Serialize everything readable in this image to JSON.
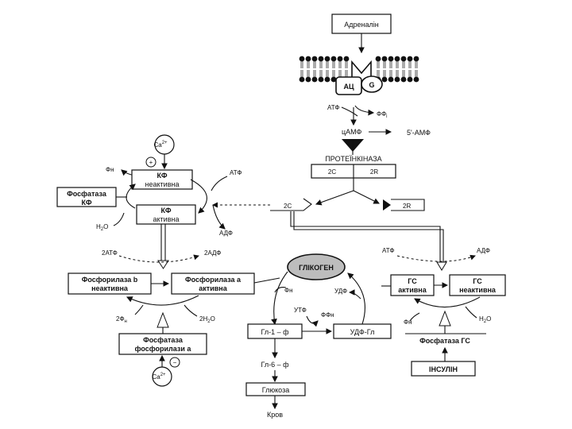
{
  "adrenaline": "Адреналін",
  "membrane": {
    "ac": "АЦ",
    "g": "G"
  },
  "atp_top": "АТФ",
  "ppi": "ФФ",
  "ppi_sub": "і",
  "camp": "цАМФ",
  "amp5": "5'-АМФ",
  "protein_kinase": {
    "title": "ПРОТЕЇНКІНАЗА",
    "c": "2C",
    "r": "2R"
  },
  "pk_split": {
    "c": "2C",
    "r": "2R"
  },
  "ca_top": "Ca",
  "ca_top_sup": "2+",
  "plus_sign": "+",
  "pi_left": "Фн",
  "kf_inactive": {
    "line1": "КФ",
    "line2": "неактивна"
  },
  "kf_active": {
    "line1": "КФ",
    "line2": "активна"
  },
  "atp_kf": "АТФ",
  "adp_kf": "АДФ",
  "phosphatase_kf": {
    "line1": "Фосфатаза",
    "line2": "КФ"
  },
  "h2o_kf": "Н",
  "h2o_kf_sub": "2",
  "h2o_kf_o": "О",
  "atp2": "2АТФ",
  "adp2": "2АДФ",
  "phos_b": {
    "line1": "Фосфорилаза b",
    "line2": "неактивна"
  },
  "phos_a": {
    "line1": "Фосфорилаза a",
    "line2": "активна"
  },
  "pi2": "2Ф",
  "pi2_sub": "н",
  "h2o2": "2Н",
  "h2o2_sub": "2",
  "h2o2_o": "О",
  "phosphatase_phos": {
    "line1": "Фосфатаза",
    "line2": "фосфорилази a"
  },
  "ca_bottom": "Ca",
  "ca_bottom_sup": "2+",
  "minus_sign": "−",
  "glycogen": "ГЛІКОГЕН",
  "pi_glycogen": "Фн",
  "udp": "УДФ",
  "utp": "УТФ",
  "ppi2": "ФФн",
  "gl1p": "Гл-1 – ф",
  "udp_gl": "УДФ-Гл",
  "gl6p": "Гл-6 – ф",
  "glucose": "Глюкоза",
  "blood": "Кров",
  "atp_gs": "АТФ",
  "adp_gs": "АДФ",
  "gs_active": {
    "line1": "ГС",
    "line2": "активна"
  },
  "gs_inactive": {
    "line1": "ГС",
    "line2": "неактивна"
  },
  "pi_gs": "Фн",
  "h2o_gs": "Н",
  "h2o_gs_sub": "2",
  "h2o_gs_o": "О",
  "phosphatase_gs": "Фосфатаза ГС",
  "insulin": "ІНСУЛІН"
}
